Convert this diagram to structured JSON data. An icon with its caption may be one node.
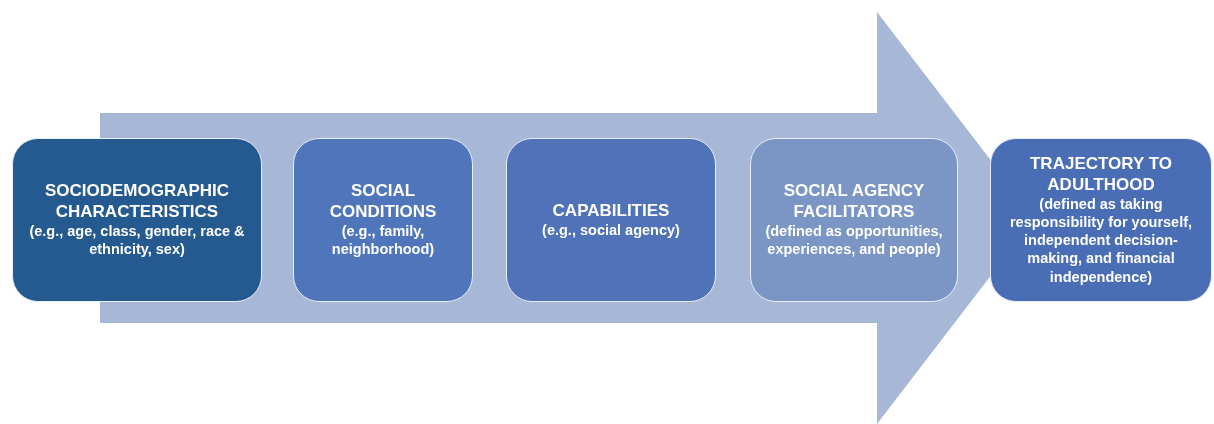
{
  "diagram": {
    "nodes": [
      {
        "text": [
          "SOCIODEMOGRAPHIC CHARACTERISTICS",
          "(e.g., age, class, gender, race & ethnicity, sex)"
        ]
      },
      {
        "text": [
          "SOCIAL CONDITIONS",
          "(e.g., family, neighborhood)"
        ]
      },
      {
        "text": [
          "CAPABILITIES",
          "(e.g., social agency)"
        ]
      },
      {
        "text": [
          "SOCIAL AGENCY FACILITATORS",
          "(defined as opportunities, experiences, and people)"
        ]
      },
      {
        "text": [
          "TRAJECTORY TO ADULTHOOD",
          "(defined as taking responsibility for yourself, independent decision-making, and financial independence)"
        ]
      }
    ]
  }
}
